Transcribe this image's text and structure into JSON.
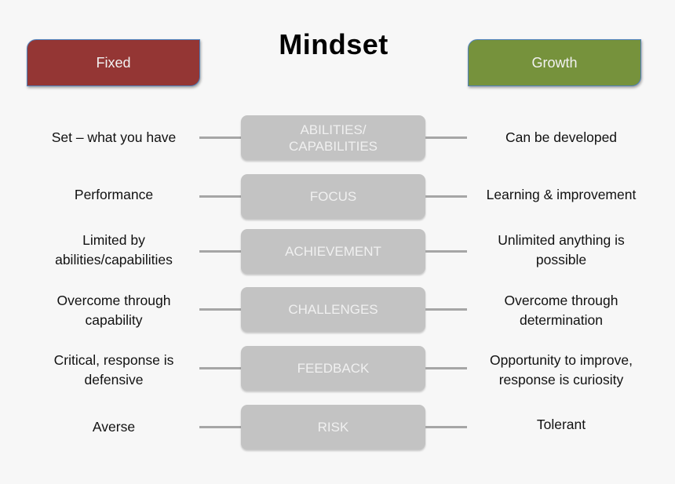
{
  "title": "Mindset",
  "headers": {
    "fixed": {
      "label": "Fixed",
      "color": "#943634"
    },
    "growth": {
      "label": "Growth",
      "color": "#76923c"
    }
  },
  "rows": [
    {
      "category": "ABILITIES/\nCAPABILITIES",
      "fixed": "Set – what you have",
      "growth": "Can be developed"
    },
    {
      "category": "FOCUS",
      "fixed": "Performance",
      "growth": "Learning & improvement"
    },
    {
      "category": "ACHIEVEMENT",
      "fixed": "Limited by\nabilities/capabilities",
      "growth": "Unlimited anything is\npossible"
    },
    {
      "category": "CHALLENGES",
      "fixed": "Overcome through\ncapability",
      "growth": "Overcome through\ndetermination"
    },
    {
      "category": "FEEDBACK",
      "fixed": "Critical, response is\ndefensive",
      "growth": "Opportunity to improve,\nresponse is curiosity"
    },
    {
      "category": "RISK",
      "fixed": "Averse",
      "growth": "Tolerant"
    }
  ],
  "colors": {
    "category_box": "#c3c3c3",
    "connector": "#a6a6a6",
    "background": "#f7f7f7"
  }
}
